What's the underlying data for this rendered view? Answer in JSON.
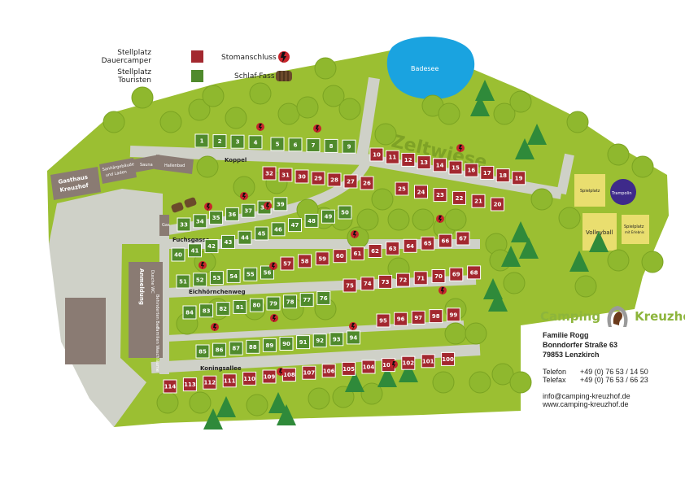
{
  "legend": {
    "dauer_label_1": "Stellplatz",
    "dauer_label_2": "Dauercamper",
    "touristen_label_1": "Stellplatz",
    "touristen_label_2": "Touristen",
    "strom_label": "Stomanschluss",
    "fass_label": "Schlaf-Fass"
  },
  "colors": {
    "dauer": "#a3282f",
    "touristen": "#4f8a2c",
    "meadow": "#9bbf32",
    "road": "#cfd1c8",
    "building": "#8a7b73",
    "water": "#1aa3e0",
    "brand": "#8db53c"
  },
  "areas": {
    "lake": "Badesee",
    "zeltwiese": "Zeltwiese",
    "spielplatz": "Spielplatz",
    "trampolin": "Trampolin",
    "volleyball": "Volleyball",
    "spielplatz_kinder_1": "Spielplatz",
    "spielplatz_kinder_2": "mit Erlebnis"
  },
  "roads": {
    "koppel": "Koppel",
    "fuchsgasse": "Fuchsgasse",
    "eichhoernchenweg": "Eichhörnchenweg",
    "koningsallee": "Koningsallee"
  },
  "buildings": {
    "gasthaus_1": "Gasthaus",
    "gasthaus_2": "Kreuzhof",
    "sanitaer_1": "Sanitärgebäude",
    "sanitaer_2": "und Laden",
    "sauna": "Sauna",
    "hallenbad": "Hallenbad",
    "anmeldung": "Anmeldung",
    "gas": "Gas",
    "dusche": "Dusche WC",
    "behinderten": "Behinderten Bad",
    "familien": "Familien Waschräume"
  },
  "plots": [
    {
      "n": "1",
      "t": "touristen"
    },
    {
      "n": "2",
      "t": "touristen"
    },
    {
      "n": "3",
      "t": "touristen"
    },
    {
      "n": "4",
      "t": "touristen"
    },
    {
      "n": "5",
      "t": "touristen"
    },
    {
      "n": "6",
      "t": "touristen"
    },
    {
      "n": "7",
      "t": "touristen"
    },
    {
      "n": "8",
      "t": "touristen"
    },
    {
      "n": "9",
      "t": "touristen"
    },
    {
      "n": "10",
      "t": "dauer"
    },
    {
      "n": "11",
      "t": "dauer"
    },
    {
      "n": "12",
      "t": "dauer"
    },
    {
      "n": "13",
      "t": "dauer"
    },
    {
      "n": "14",
      "t": "dauer"
    },
    {
      "n": "15",
      "t": "dauer"
    },
    {
      "n": "16",
      "t": "dauer"
    },
    {
      "n": "17",
      "t": "dauer"
    },
    {
      "n": "18",
      "t": "dauer"
    },
    {
      "n": "19",
      "t": "dauer"
    },
    {
      "n": "20",
      "t": "dauer"
    },
    {
      "n": "21",
      "t": "dauer"
    },
    {
      "n": "22",
      "t": "dauer"
    },
    {
      "n": "23",
      "t": "dauer"
    },
    {
      "n": "24",
      "t": "dauer"
    },
    {
      "n": "25",
      "t": "dauer"
    },
    {
      "n": "26",
      "t": "dauer"
    },
    {
      "n": "27",
      "t": "dauer"
    },
    {
      "n": "28",
      "t": "dauer"
    },
    {
      "n": "29",
      "t": "dauer"
    },
    {
      "n": "30",
      "t": "dauer"
    },
    {
      "n": "31",
      "t": "dauer"
    },
    {
      "n": "32",
      "t": "dauer"
    },
    {
      "n": "33",
      "t": "touristen"
    },
    {
      "n": "34",
      "t": "touristen"
    },
    {
      "n": "35",
      "t": "touristen"
    },
    {
      "n": "36",
      "t": "touristen"
    },
    {
      "n": "37",
      "t": "touristen"
    },
    {
      "n": "38",
      "t": "touristen"
    },
    {
      "n": "39",
      "t": "touristen"
    },
    {
      "n": "40",
      "t": "touristen"
    },
    {
      "n": "41",
      "t": "touristen"
    },
    {
      "n": "42",
      "t": "touristen"
    },
    {
      "n": "43",
      "t": "touristen"
    },
    {
      "n": "44",
      "t": "touristen"
    },
    {
      "n": "45",
      "t": "touristen"
    },
    {
      "n": "46",
      "t": "touristen"
    },
    {
      "n": "47",
      "t": "touristen"
    },
    {
      "n": "48",
      "t": "touristen"
    },
    {
      "n": "49",
      "t": "touristen"
    },
    {
      "n": "50",
      "t": "touristen"
    },
    {
      "n": "51",
      "t": "touristen"
    },
    {
      "n": "52",
      "t": "touristen"
    },
    {
      "n": "53",
      "t": "touristen"
    },
    {
      "n": "54",
      "t": "touristen"
    },
    {
      "n": "55",
      "t": "touristen"
    },
    {
      "n": "56",
      "t": "touristen"
    },
    {
      "n": "57",
      "t": "dauer"
    },
    {
      "n": "58",
      "t": "dauer"
    },
    {
      "n": "59",
      "t": "dauer"
    },
    {
      "n": "60",
      "t": "dauer"
    },
    {
      "n": "61",
      "t": "dauer"
    },
    {
      "n": "62",
      "t": "dauer"
    },
    {
      "n": "63",
      "t": "dauer"
    },
    {
      "n": "64",
      "t": "dauer"
    },
    {
      "n": "65",
      "t": "dauer"
    },
    {
      "n": "66",
      "t": "dauer"
    },
    {
      "n": "67",
      "t": "dauer"
    },
    {
      "n": "68",
      "t": "dauer"
    },
    {
      "n": "69",
      "t": "dauer"
    },
    {
      "n": "70",
      "t": "dauer"
    },
    {
      "n": "71",
      "t": "dauer"
    },
    {
      "n": "72",
      "t": "dauer"
    },
    {
      "n": "73",
      "t": "dauer"
    },
    {
      "n": "74",
      "t": "dauer"
    },
    {
      "n": "75",
      "t": "dauer"
    },
    {
      "n": "76",
      "t": "touristen"
    },
    {
      "n": "77",
      "t": "touristen"
    },
    {
      "n": "78",
      "t": "touristen"
    },
    {
      "n": "79",
      "t": "touristen"
    },
    {
      "n": "80",
      "t": "touristen"
    },
    {
      "n": "81",
      "t": "touristen"
    },
    {
      "n": "82",
      "t": "touristen"
    },
    {
      "n": "83",
      "t": "touristen"
    },
    {
      "n": "84",
      "t": "touristen"
    },
    {
      "n": "85",
      "t": "touristen"
    },
    {
      "n": "86",
      "t": "touristen"
    },
    {
      "n": "87",
      "t": "touristen"
    },
    {
      "n": "88",
      "t": "touristen"
    },
    {
      "n": "89",
      "t": "touristen"
    },
    {
      "n": "90",
      "t": "touristen"
    },
    {
      "n": "91",
      "t": "touristen"
    },
    {
      "n": "92",
      "t": "touristen"
    },
    {
      "n": "93",
      "t": "touristen"
    },
    {
      "n": "94",
      "t": "touristen"
    },
    {
      "n": "95",
      "t": "dauer"
    },
    {
      "n": "96",
      "t": "dauer"
    },
    {
      "n": "97",
      "t": "dauer"
    },
    {
      "n": "98",
      "t": "dauer"
    },
    {
      "n": "99",
      "t": "dauer"
    },
    {
      "n": "100",
      "t": "dauer"
    },
    {
      "n": "101",
      "t": "dauer"
    },
    {
      "n": "102",
      "t": "dauer"
    },
    {
      "n": "103",
      "t": "dauer"
    },
    {
      "n": "104",
      "t": "dauer"
    },
    {
      "n": "105",
      "t": "dauer"
    },
    {
      "n": "106",
      "t": "dauer"
    },
    {
      "n": "107",
      "t": "dauer"
    },
    {
      "n": "108",
      "t": "dauer"
    },
    {
      "n": "109",
      "t": "dauer"
    },
    {
      "n": "110",
      "t": "dauer"
    },
    {
      "n": "111",
      "t": "dauer"
    },
    {
      "n": "112",
      "t": "dauer"
    },
    {
      "n": "113",
      "t": "dauer"
    },
    {
      "n": "114",
      "t": "dauer"
    }
  ],
  "brand": {
    "left": "Camping",
    "right": "Kreuzhof"
  },
  "contact": {
    "name": "Familie Rogg",
    "street": "Bonndorfer Straße 63",
    "city": "79853 Lenzkirch",
    "telefon_label": "Telefon",
    "telefon": "+49 (0) 76 53 / 14 50",
    "telefax_label": "Telefax",
    "telefax": "+49 (0) 76 53 / 66 23",
    "email": "info@camping-kreuzhof.de",
    "web": "www.camping-kreuzhof.de"
  }
}
